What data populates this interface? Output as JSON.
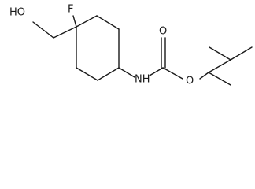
{
  "molecule": {
    "atoms": {
      "fluorine": "F",
      "hydroxyl": "HO",
      "amine": "NH",
      "carbonyl_oxygen": "O",
      "ester_oxygen": "O"
    }
  },
  "colors": {
    "bond": "#1a1a1a",
    "label": "#1a1a1a",
    "background": "#ffffff"
  }
}
